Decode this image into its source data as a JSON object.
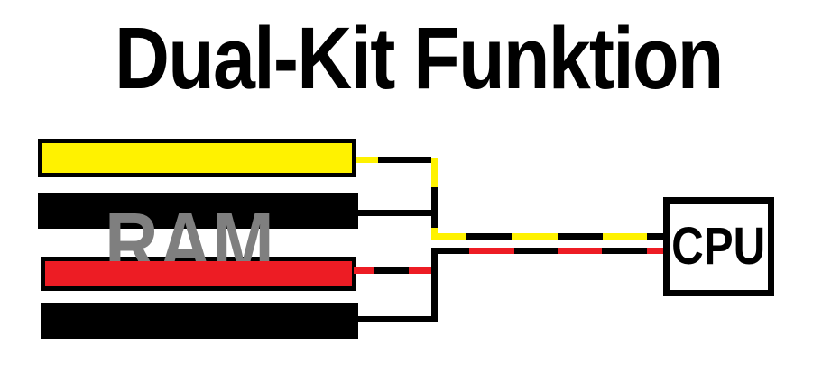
{
  "title": "Dual-Kit Funktion",
  "ram": {
    "label": "RAM",
    "modules": [
      {
        "name": "slot-1",
        "color": "#FFF200"
      },
      {
        "name": "slot-2",
        "color": "#000000"
      },
      {
        "name": "slot-3",
        "color": "#ED1C24"
      },
      {
        "name": "slot-4",
        "color": "#000000"
      }
    ]
  },
  "cpu": {
    "label": "CPU"
  },
  "channels": [
    {
      "name": "channel-a",
      "dash_colors": [
        "#FFF200",
        "#000000"
      ],
      "connects_modules": [
        "slot-1",
        "slot-2"
      ],
      "target": "CPU"
    },
    {
      "name": "channel-b",
      "dash_colors": [
        "#ED1C24",
        "#000000"
      ],
      "connects_modules": [
        "slot-3",
        "slot-4"
      ],
      "target": "CPU"
    }
  ],
  "colors": {
    "yellow": "#FFF200",
    "red": "#ED1C24",
    "gray": "#7F7F7F",
    "black": "#000000",
    "background": "#FFFFFF"
  }
}
